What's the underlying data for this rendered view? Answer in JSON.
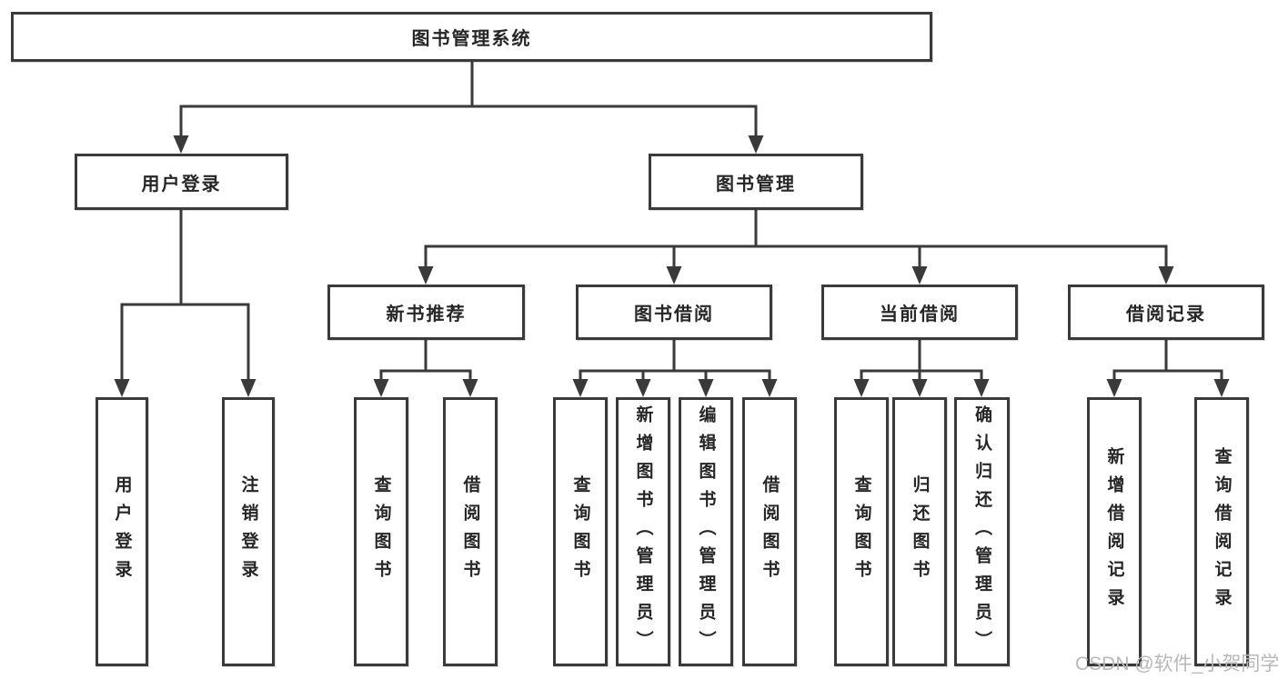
{
  "diagram": {
    "title": "图书管理系统",
    "nodes": {
      "root": {
        "label": "图书管理系统"
      },
      "level2": [
        {
          "label": "用户登录"
        },
        {
          "label": "图书管理"
        }
      ],
      "level3": [
        {
          "label": "新书推荐"
        },
        {
          "label": "图书借阅"
        },
        {
          "label": "当前借阅"
        },
        {
          "label": "借阅记录"
        }
      ],
      "leaves_user_login": [
        {
          "label": "用户登录"
        },
        {
          "label": "注销登录"
        }
      ],
      "leaves_new_book": [
        {
          "label": "查询图书"
        },
        {
          "label": "借阅图书"
        }
      ],
      "leaves_book_borrow": [
        {
          "label": "查询图书"
        },
        {
          "label": "新增图书（管理员）"
        },
        {
          "label": "编辑图书（管理员）"
        },
        {
          "label": "借阅图书"
        }
      ],
      "leaves_current_borrow": [
        {
          "label": "查询图书"
        },
        {
          "label": "归还图书"
        },
        {
          "label": "确认归还（管理员）"
        }
      ],
      "leaves_borrow_record": [
        {
          "label": "新增借阅记录"
        },
        {
          "label": "查询借阅记录"
        }
      ]
    }
  },
  "watermark": {
    "text": "CSDN @软件_小贺同学"
  },
  "colors": {
    "line": "#3a3a3a",
    "text": "#262626",
    "background": "#ffffff",
    "watermark": "#b8b8b8"
  }
}
